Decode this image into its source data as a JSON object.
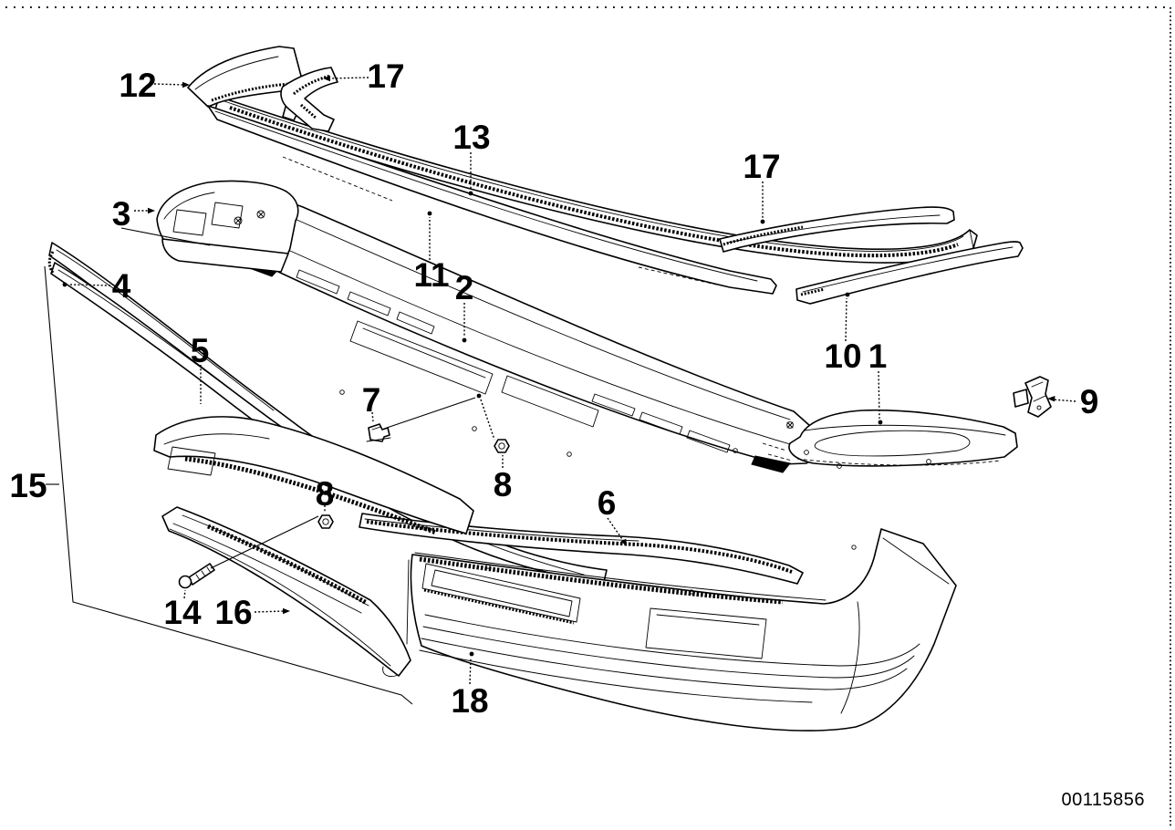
{
  "document": {
    "number": "00115856"
  },
  "callouts": [
    {
      "id": "12",
      "label": "12"
    },
    {
      "id": "17-top-left",
      "label": "17"
    },
    {
      "id": "13",
      "label": "13"
    },
    {
      "id": "17-right",
      "label": "17"
    },
    {
      "id": "3",
      "label": "3"
    },
    {
      "id": "4",
      "label": "4"
    },
    {
      "id": "11",
      "label": "11"
    },
    {
      "id": "2",
      "label": "2"
    },
    {
      "id": "5",
      "label": "5"
    },
    {
      "id": "7",
      "label": "7"
    },
    {
      "id": "10",
      "label": "10"
    },
    {
      "id": "1",
      "label": "1"
    },
    {
      "id": "9",
      "label": "9"
    },
    {
      "id": "8-center",
      "label": "8"
    },
    {
      "id": "8-left",
      "label": "8"
    },
    {
      "id": "15",
      "label": "15"
    },
    {
      "id": "6",
      "label": "6"
    },
    {
      "id": "14",
      "label": "14"
    },
    {
      "id": "16",
      "label": "16"
    },
    {
      "id": "18",
      "label": "18"
    }
  ],
  "colors": {
    "ink": "#000000",
    "paper": "#ffffff"
  }
}
